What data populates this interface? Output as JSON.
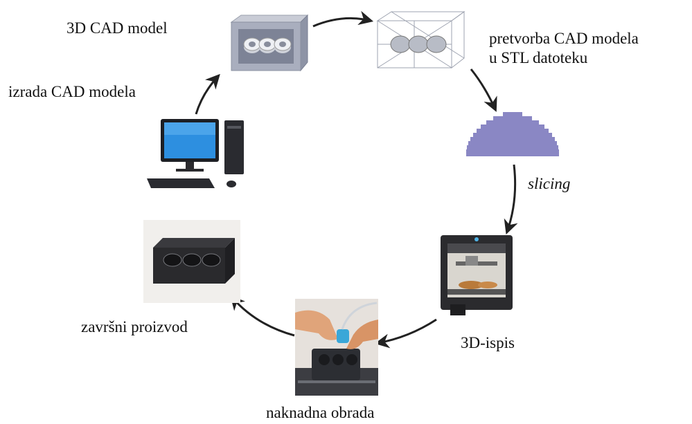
{
  "diagram": {
    "steps": {
      "cad_model": "3D CAD model",
      "stl_conversion_line1": "pretvorba CAD modela",
      "stl_conversion_line2": "u STL datoteku",
      "slicing": "slicing",
      "printing": "3D-ispis",
      "post_processing": "naknadna obrada",
      "final_product": "završni proizvod",
      "cad_creation": "izrada CAD modela"
    }
  }
}
